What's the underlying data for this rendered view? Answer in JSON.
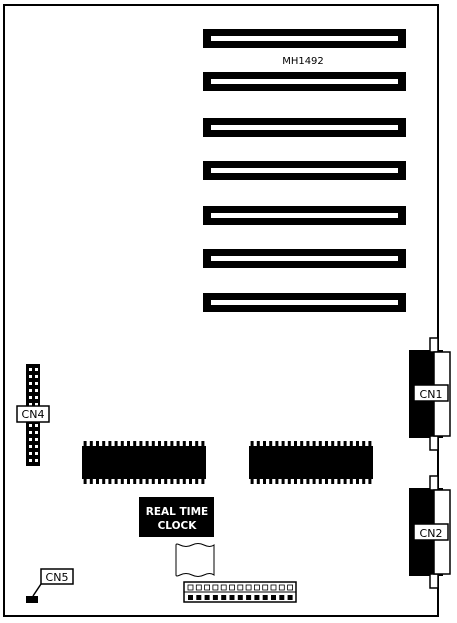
{
  "title_label": "MH1492",
  "connectors": {
    "cn1": "CN1",
    "cn2": "CN2",
    "cn4": "CN4",
    "cn5": "CN5"
  },
  "rtc": {
    "line1": "REAL TIME",
    "line2": "CLOCK"
  },
  "slot_count": 7,
  "colors": {
    "ink": "#000000",
    "board": "#ffffff"
  }
}
